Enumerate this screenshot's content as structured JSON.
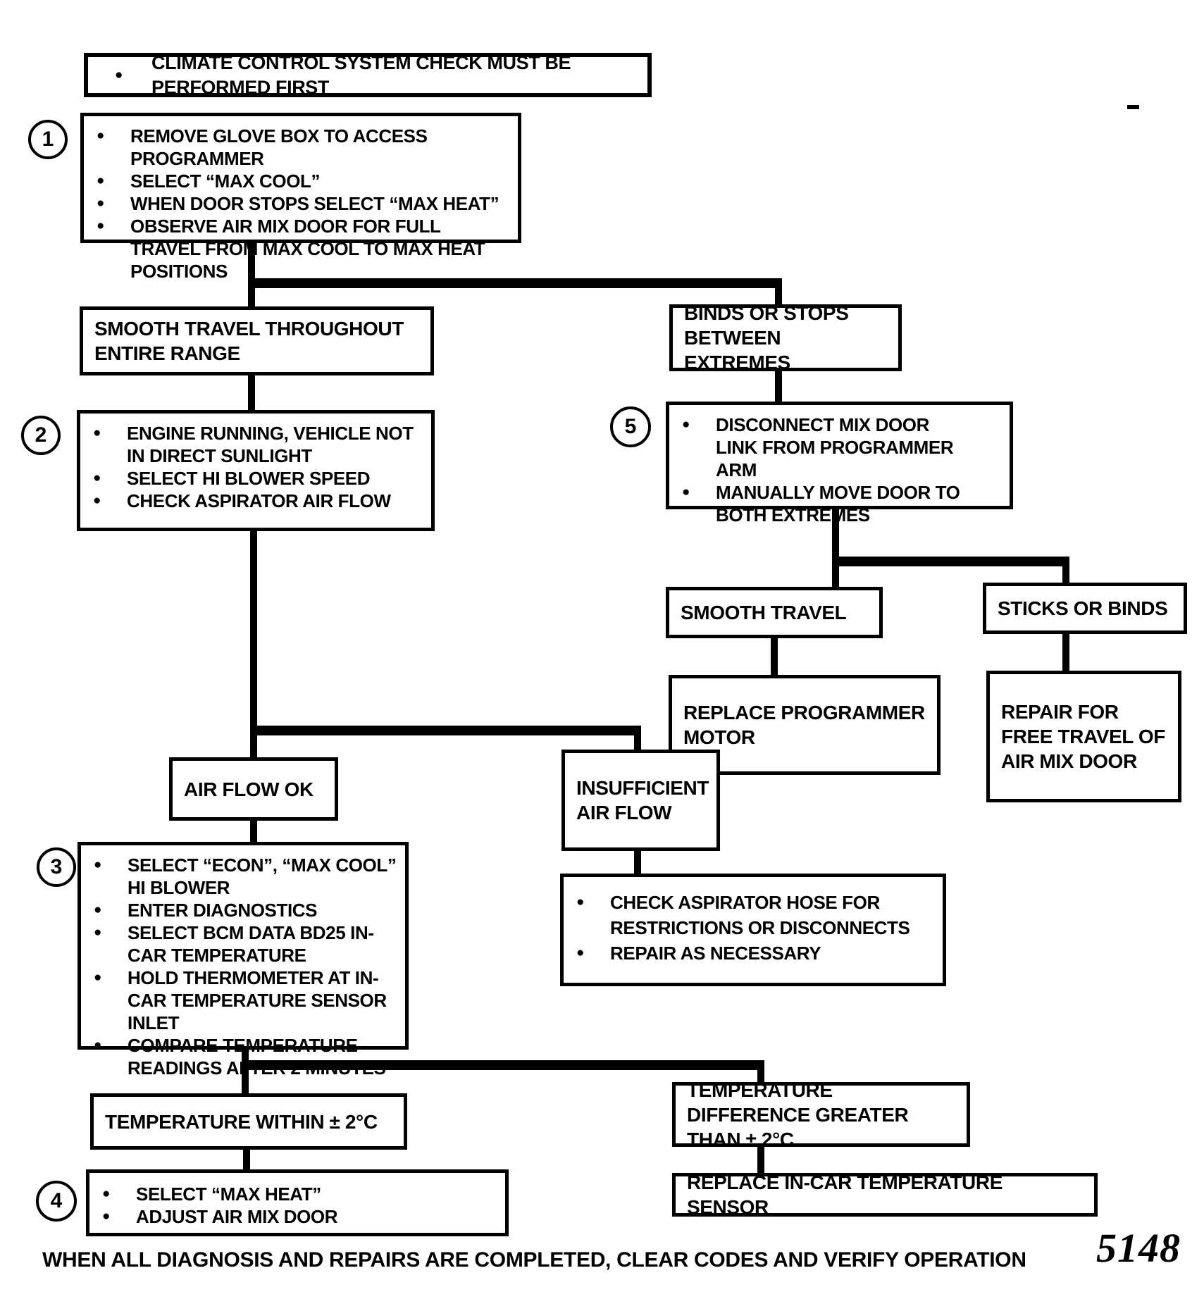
{
  "note": "CLIMATE CONTROL SYSTEM CHECK MUST BE PERFORMED FIRST",
  "steps": {
    "s1": {
      "number": "1",
      "items": [
        "REMOVE GLOVE BOX TO ACCESS PROGRAMMER",
        "SELECT “MAX COOL”",
        "WHEN DOOR STOPS SELECT “MAX HEAT”",
        "OBSERVE AIR MIX DOOR FOR FULL TRAVEL FROM MAX COOL TO MAX HEAT POSITIONS"
      ]
    },
    "s2": {
      "number": "2",
      "items": [
        "ENGINE RUNNING, VEHICLE NOT IN DIRECT SUNLIGHT",
        "SELECT HI BLOWER SPEED",
        "CHECK ASPIRATOR AIR FLOW"
      ]
    },
    "s3": {
      "number": "3",
      "items": [
        "SELECT “ECON”,  “MAX COOL” HI BLOWER",
        "ENTER DIAGNOSTICS",
        "SELECT BCM DATA BD25 IN-CAR TEMPERATURE",
        "HOLD THERMOMETER AT IN-CAR TEMPERATURE SENSOR INLET",
        "COMPARE TEMPERATURE READINGS AFTER 2 MINUTES"
      ]
    },
    "s4": {
      "number": "4",
      "items": [
        "SELECT “MAX HEAT”",
        "ADJUST AIR MIX DOOR"
      ]
    },
    "s5": {
      "number": "5",
      "items": [
        "DISCONNECT MIX DOOR LINK FROM PROGRAMMER ARM",
        "MANUALLY MOVE DOOR TO BOTH EXTREMES"
      ]
    }
  },
  "outcomes": {
    "smooth_range": "SMOOTH TRAVEL THROUGHOUT ENTIRE RANGE",
    "binds_stops": "BINDS OR STOPS BETWEEN EXTREMES",
    "smooth_travel": "SMOOTH TRAVEL",
    "sticks_binds": "STICKS OR BINDS",
    "air_ok": "AIR FLOW OK",
    "insufficient": "INSUFFICIENT AIR FLOW",
    "temp_within": "TEMPERATURE WITHIN ± 2°C",
    "temp_diff": "TEMPERATURE DIFFERENCE GREATER THAN ± 2°C"
  },
  "actions": {
    "replace_motor": "REPLACE PROGRAMMER MOTOR",
    "repair_free": "REPAIR FOR FREE TRAVEL OF AIR MIX DOOR",
    "check_hose_items": [
      "CHECK ASPIRATOR HOSE FOR RESTRICTIONS OR DISCONNECTS",
      "REPAIR AS NECESSARY"
    ],
    "replace_sensor": "REPLACE IN-CAR TEMPERATURE SENSOR"
  },
  "footer": "WHEN ALL DIAGNOSIS AND REPAIRS ARE COMPLETED, CLEAR CODES AND VERIFY OPERATION",
  "figure_number": "5148",
  "colors": {
    "ink": "#000000",
    "paper": "#ffffff"
  }
}
